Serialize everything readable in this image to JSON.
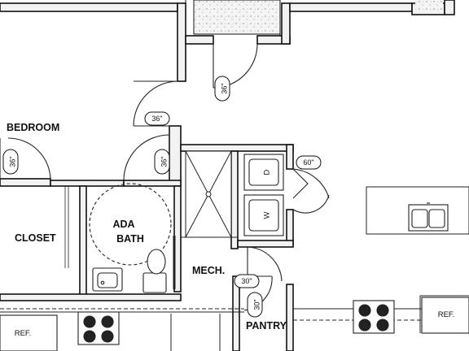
{
  "rooms": {
    "bedroom": "BEDROOM",
    "closet": "CLOSET",
    "ada_bath_line1": "ADA",
    "ada_bath_line2": "BATH",
    "mech": "MECH.",
    "pantry": "PANTRY"
  },
  "door_tags": {
    "entry_door": "36\"",
    "hall_door": "36\"",
    "bedroom_door": "36\"",
    "bath_door": "36\"",
    "laundry_door": "60\"",
    "mech_door": "30\"",
    "pantry_door": "30\""
  },
  "appliances": {
    "washer": "W",
    "dryer": "D",
    "ref_left": "REF.",
    "ref_right": "REF."
  },
  "colors": {
    "wall": "#111111",
    "wall_fill": "#f2f2f2",
    "line": "#222222"
  }
}
